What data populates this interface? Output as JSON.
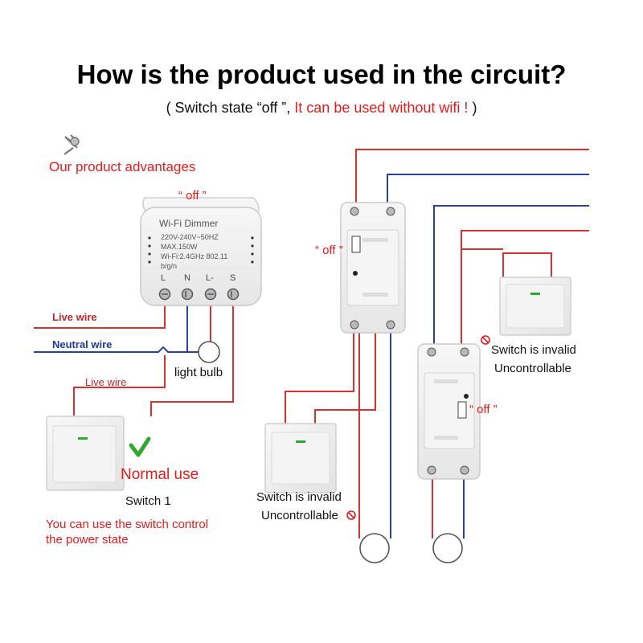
{
  "title": "How is the product used in the circuit?",
  "subtitle": {
    "open": "( Switch state “off ”,",
    "highlight": "It can be used without wifi !",
    "close": ")"
  },
  "advantages_label": "Our product advantages",
  "dimmer": {
    "state": "“ off ”",
    "name": "Wi-Fi  Dimmer",
    "spec_voltage": "220V-240V~50HZ",
    "spec_power": "MAX.150W",
    "spec_wifi": "Wi-Fi:2.4GHz 802.11",
    "spec_band": "b/g/n",
    "terminals": [
      "L",
      "N",
      "L-",
      "S"
    ]
  },
  "left_labels": {
    "live_wire": "Live wire",
    "neutral_wire": "Neutral wire",
    "live_wire_2": "Live wire",
    "light_bulb": "light bulb",
    "normal_use": "Normal use",
    "switch_1": "Switch 1",
    "note_line1": "You can use the switch control",
    "note_line2": "the power state"
  },
  "right_labels": {
    "relay1_state": "“ off ”",
    "relay2_state": "“ off ”",
    "invalid_a": "Switch is invalid",
    "uncontrollable_a": "Uncontrollable",
    "invalid_b": "Switch is invalid",
    "uncontrollable_b": "Uncontrollable"
  },
  "colors": {
    "live": "#d93030",
    "neutral": "#2b3fa6",
    "accent_red": "#e11d1d",
    "check_green": "#2ea82e"
  },
  "icons": [
    "pin-icon",
    "check-icon",
    "prohibited-icon"
  ]
}
